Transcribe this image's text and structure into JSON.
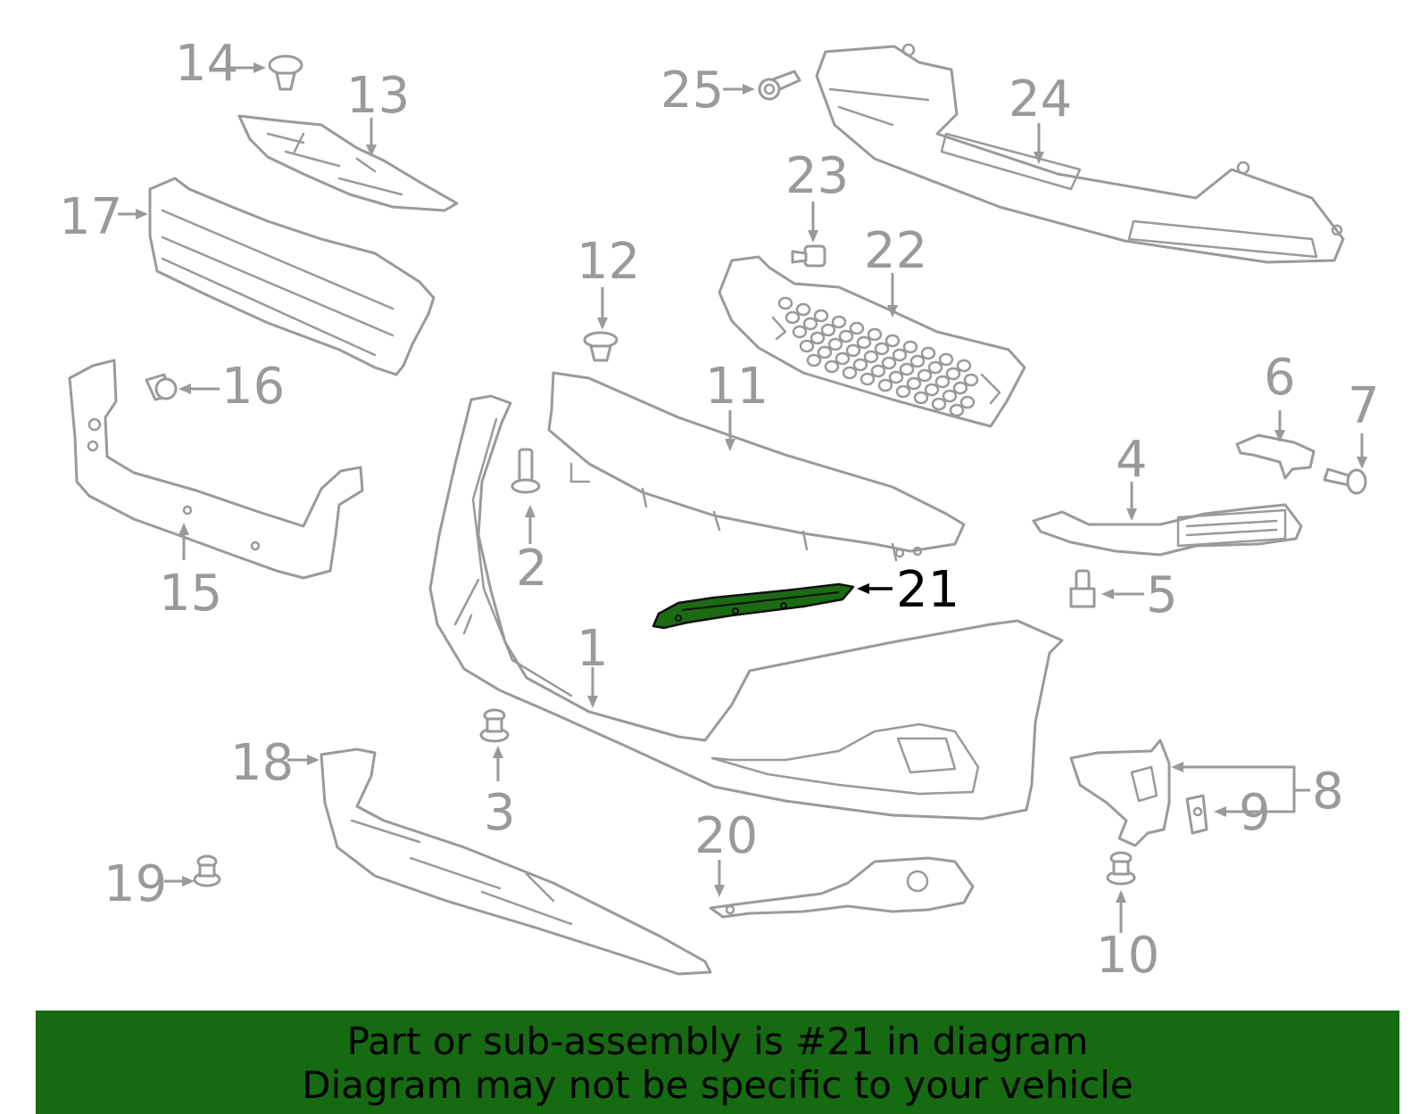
{
  "diagram": {
    "highlight_part": "21",
    "callouts": [
      "1",
      "2",
      "3",
      "4",
      "5",
      "6",
      "7",
      "8",
      "9",
      "10",
      "11",
      "12",
      "13",
      "14",
      "15",
      "16",
      "17",
      "18",
      "19",
      "20",
      "21",
      "22",
      "23",
      "24",
      "25"
    ],
    "colors": {
      "line": "#9a9a9a",
      "highlight_fill": "#1b6b12",
      "highlight_text": "#000000",
      "banner": "#166a12"
    }
  },
  "banner": {
    "line1": "Part or sub-assembly is #21 in diagram",
    "line2": "Diagram may not be specific to your vehicle"
  }
}
